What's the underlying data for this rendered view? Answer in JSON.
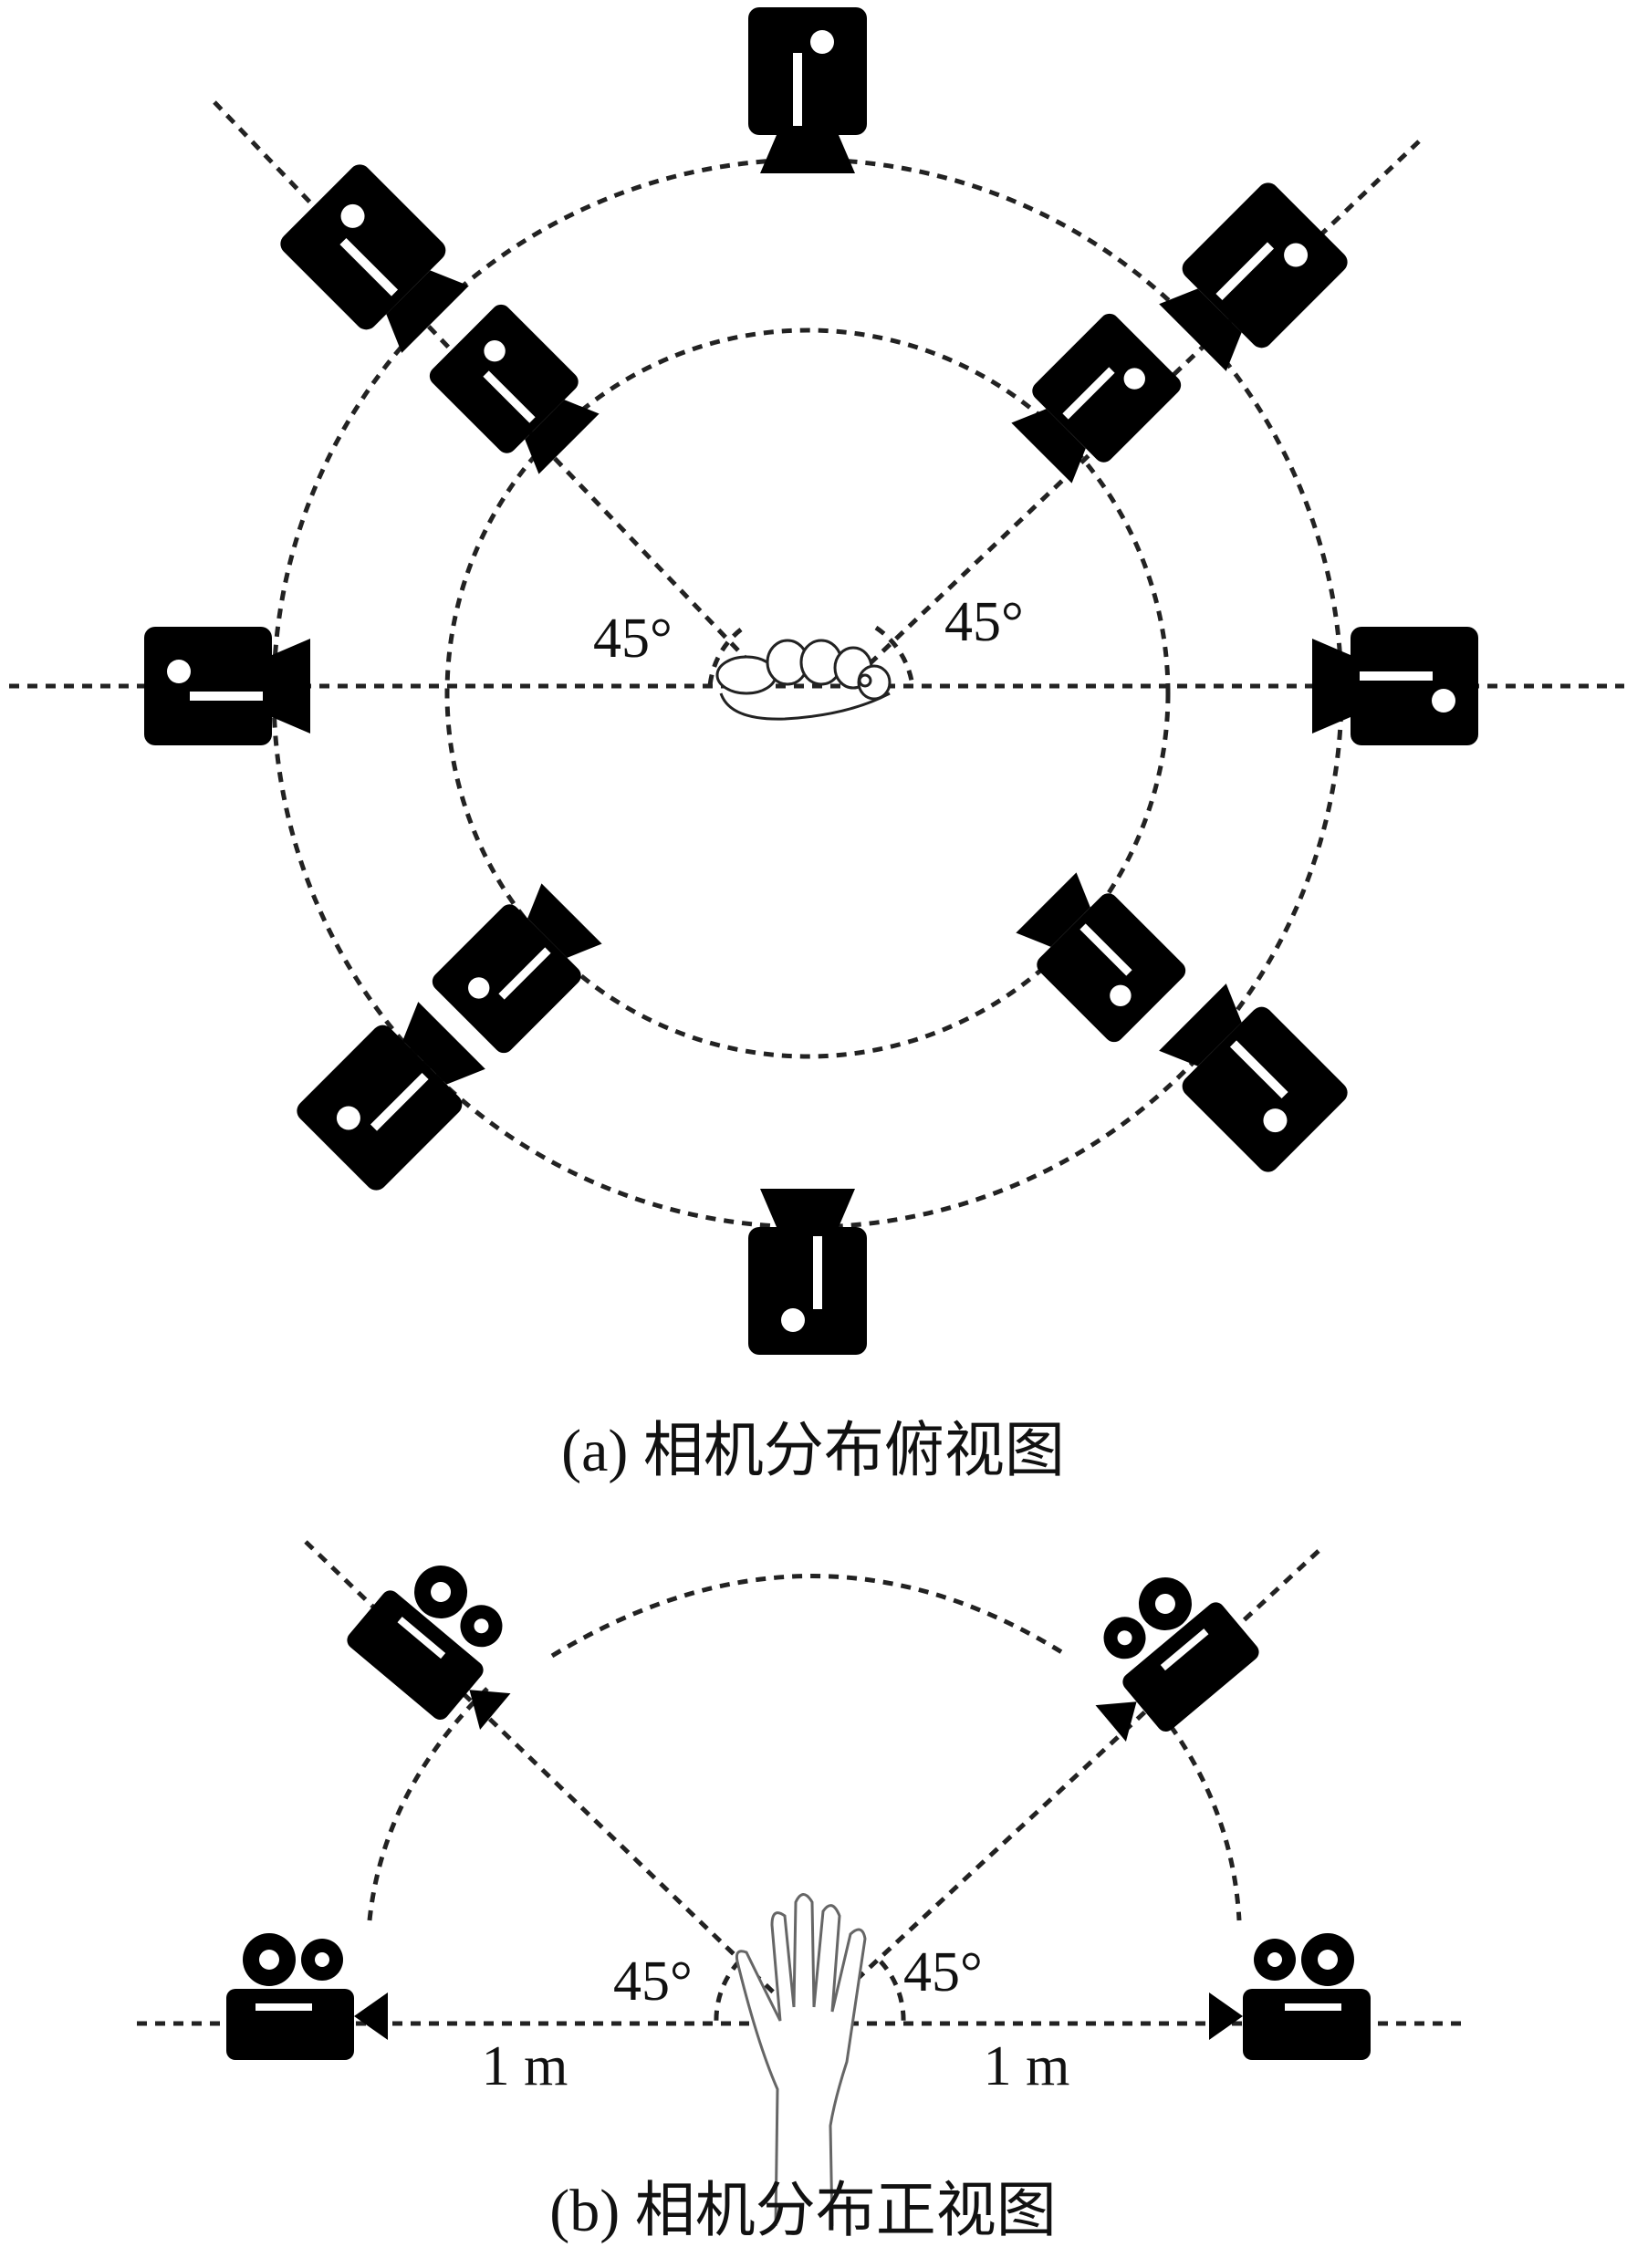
{
  "panels": [
    {
      "id": "top-view",
      "caption": "(a)  相机分布俯视图",
      "angle_labels": [
        "45°",
        "45°"
      ],
      "camera_count": 12,
      "rings": 2,
      "subject_icon": "hand-top-view"
    },
    {
      "id": "front-view",
      "caption": "(b) 相机分布正视图",
      "angle_labels": [
        "45°",
        "45°"
      ],
      "distance_labels": [
        "1 m",
        "1 m"
      ],
      "camera_count": 4,
      "subject_icon": "raised-hand"
    }
  ],
  "colors": {
    "ink": "#000000",
    "background": "#ffffff",
    "line": "#222222"
  }
}
